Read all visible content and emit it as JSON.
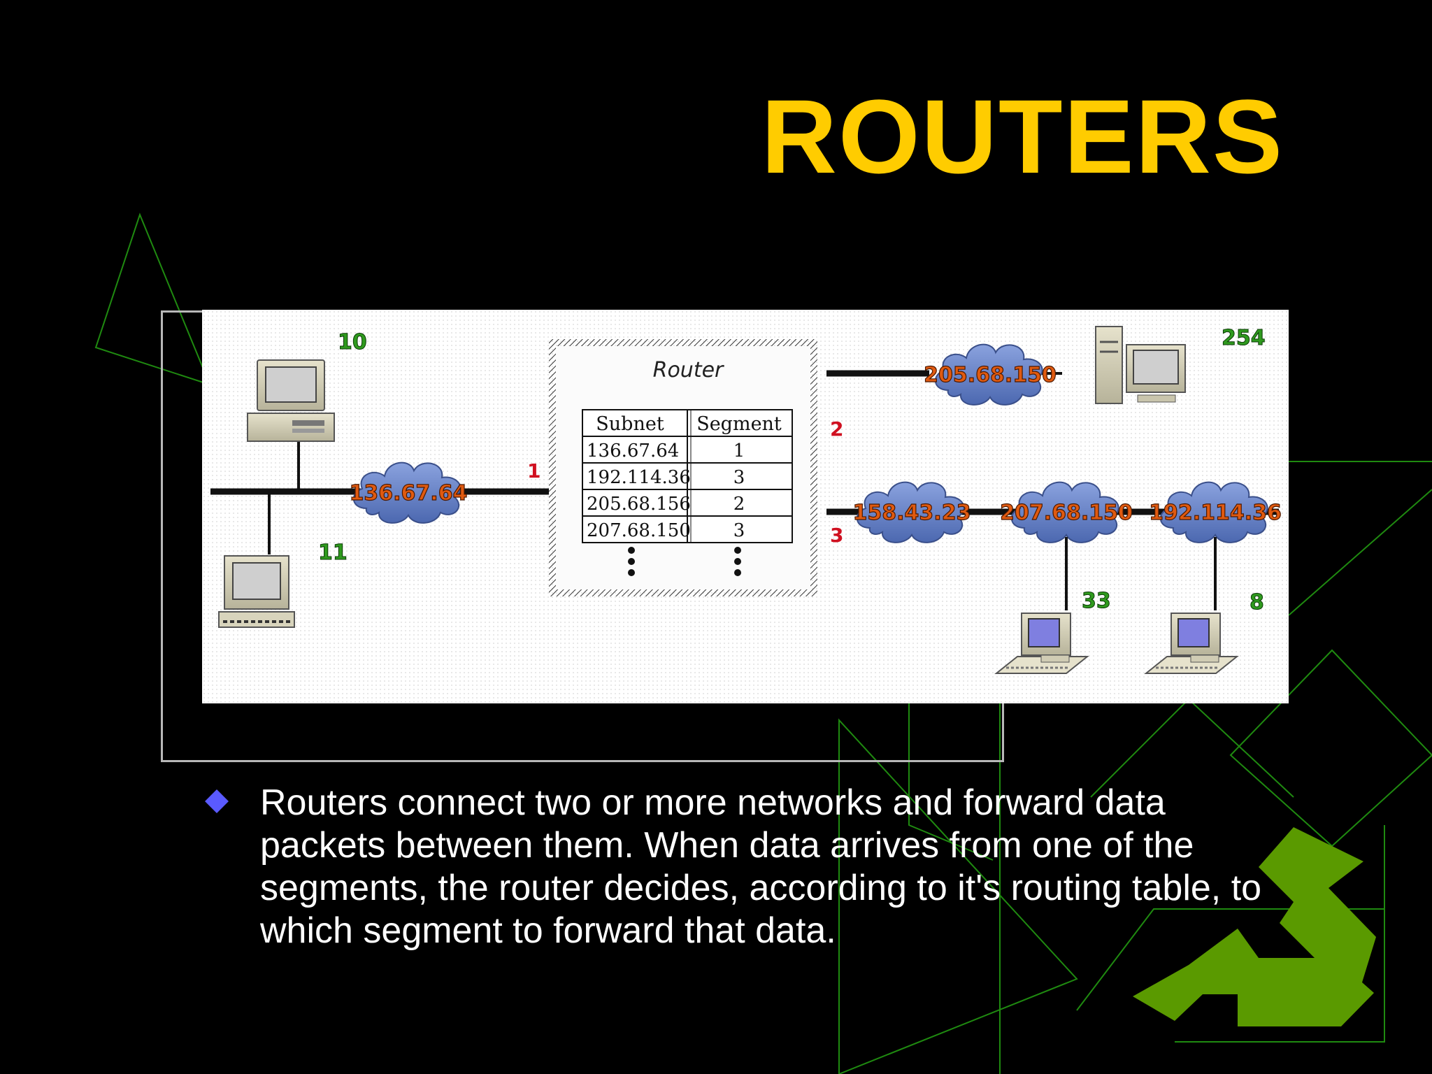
{
  "slide": {
    "title": "ROUTERS",
    "bullet_text": "Routers connect two or more networks and forward data packets between them.  When data arrives from one of the segments, the router decides, according to it's routing table, to which segment to forward that data."
  },
  "diagram": {
    "router_label": "Router",
    "table": {
      "headers": [
        "Subnet",
        "Segment"
      ],
      "rows": [
        [
          "136.67.64",
          "1"
        ],
        [
          "192.114.36",
          "3"
        ],
        [
          "205.68.156",
          "2"
        ],
        [
          "207.68.150",
          "3"
        ]
      ]
    },
    "clouds": [
      "136.67.64",
      "205.68.150",
      "158.43.23",
      "207.68.150",
      "192.114.36"
    ],
    "host_labels": [
      "10",
      "11",
      "254",
      "33",
      "8"
    ],
    "port_labels": [
      "1",
      "2",
      "3"
    ]
  },
  "colors": {
    "background": "#000000",
    "title": "#ffcc00",
    "bullet": "#5a5aff",
    "decoration": "#1f8a10",
    "decoration_fill": "#5a9a00",
    "cloud": "#6a85c8",
    "cloud_text": "#e05a10"
  }
}
